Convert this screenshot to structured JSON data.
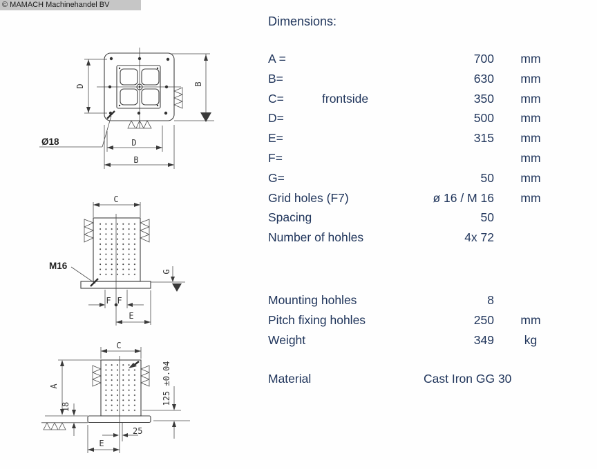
{
  "header": {
    "copyright": "© MAMACH Machinehandel BV"
  },
  "panel": {
    "title": "Dimensions:",
    "rows": [
      {
        "label": "A =",
        "note": "",
        "value": "700",
        "unit": "mm"
      },
      {
        "label": "B=",
        "note": "",
        "value": "630",
        "unit": "mm"
      },
      {
        "label": "C=",
        "note": "frontside",
        "value": "350",
        "unit": "mm"
      },
      {
        "label": "D=",
        "note": "",
        "value": "500",
        "unit": "mm"
      },
      {
        "label": "E=",
        "note": "",
        "value": "315",
        "unit": "mm"
      },
      {
        "label": "F=",
        "note": "",
        "value": "",
        "unit": "mm"
      },
      {
        "label": "G=",
        "note": "",
        "value": "50",
        "unit": "mm"
      },
      {
        "label": "Grid holes (F7)",
        "note": "",
        "value": "ø 16 / M 16",
        "unit": "mm"
      },
      {
        "label": "Spacing",
        "note": "",
        "value": "50",
        "unit": ""
      },
      {
        "label": "Number of hohles",
        "note": "",
        "value": "4x 72",
        "unit": ""
      }
    ],
    "rows2": [
      {
        "label": "Mounting hohles",
        "value": "8",
        "unit": ""
      },
      {
        "label": "Pitch fixing hohles",
        "value": "250",
        "unit": "mm"
      },
      {
        "label": "Weight",
        "value": "349",
        "unit": "kg"
      }
    ],
    "material": {
      "label": "Material",
      "value": "Cast Iron GG 30"
    }
  },
  "drawing": {
    "accent_line_color": "#3f3f3f",
    "top": {
      "diameter": "Ø18",
      "dim_left": "D",
      "dim_right": "B",
      "dim_bottom_d": "D",
      "dim_bottom_b": "B"
    },
    "front": {
      "dim_c": "C",
      "thread": "M16",
      "f_left": "F",
      "f_right": "F",
      "dim_e": "E",
      "dim_g": "G"
    },
    "side": {
      "dim_c": "C",
      "dim_a": "A",
      "dim_18": "18",
      "tolerance": "125 ±0.04",
      "dim_25": "25",
      "dim_e": "E"
    }
  }
}
